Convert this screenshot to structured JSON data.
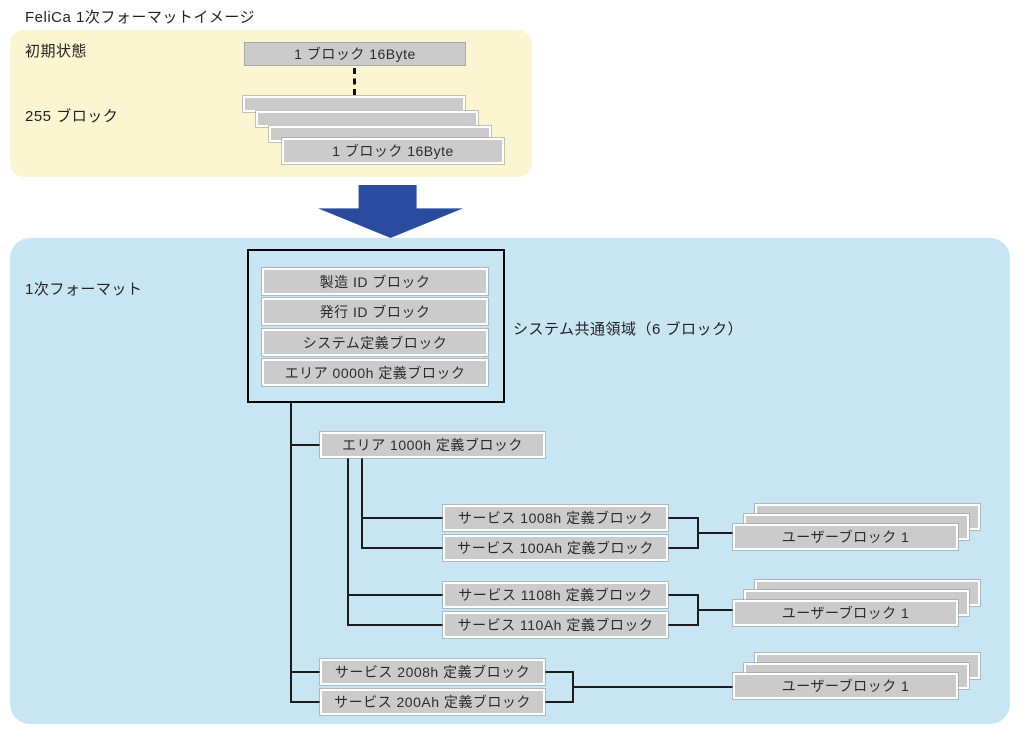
{
  "title": "FeliCa 1次フォーマットイメージ",
  "initial_panel": {
    "state_label": "初期状態",
    "count_label": "255 ブロック",
    "top_block": "1 ブロック 16Byte",
    "front_block": "1 ブロック 16Byte"
  },
  "format_panel": {
    "label": "1次フォーマット",
    "system_area_label": "システム共通領域（6 ブロック）",
    "system_blocks": [
      "製造 ID ブロック",
      "発行 ID ブロック",
      "システム定義ブロック",
      "エリア 0000h 定義ブロック"
    ],
    "area_block": "エリア 1000h 定義ブロック",
    "services": [
      "サービス 1008h 定義ブロック",
      "サービス 100Ah 定義ブロック",
      "サービス 1108h 定義ブロック",
      "サービス 110Ah 定義ブロック",
      "サービス 2008h 定義ブロック",
      "サービス 200Ah 定義ブロック"
    ],
    "user_stacks": [
      "ユーザーブロック 1",
      "ユーザーブロック 1",
      "ユーザーブロック 1"
    ]
  },
  "colors": {
    "initial_panel_bg": "#FBF5D1",
    "format_panel_bg": "#C8E5F4",
    "block_fill": "#CBCBCB",
    "arrow": "#2B4C9E",
    "line": "#1C1C1C"
  }
}
